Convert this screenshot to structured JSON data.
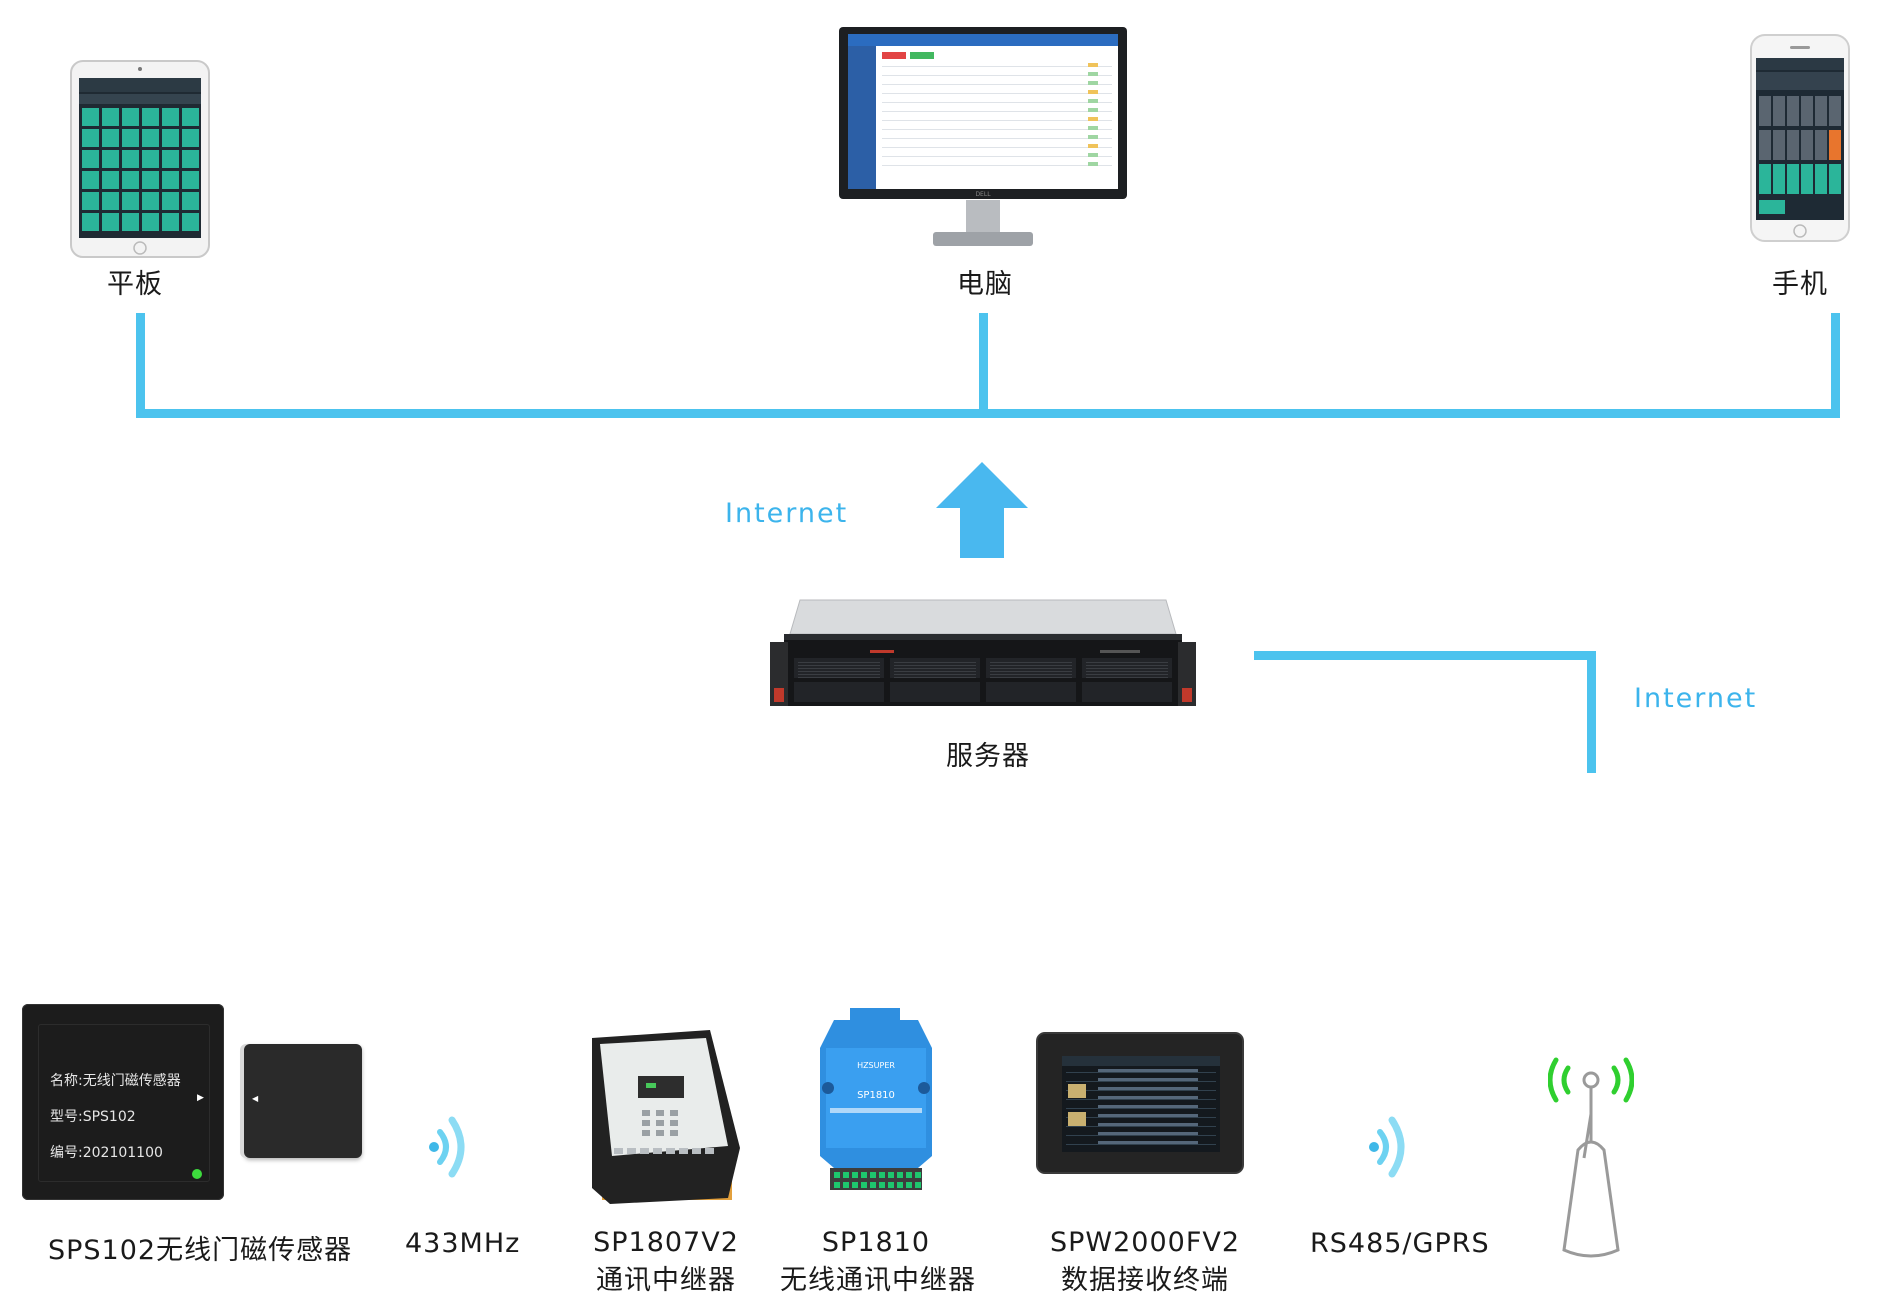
{
  "devices_top": {
    "tablet_label": "平板",
    "computer_label": "电脑",
    "phone_label": "手机"
  },
  "network": {
    "internet_label_left": "Internet",
    "internet_label_right": "Internet"
  },
  "server": {
    "label": "服务器"
  },
  "sensor_card": {
    "name_line": "名称:无线门磁传感器",
    "model_line": "型号:SPS102",
    "serial_line": "编号:202101100"
  },
  "devices_bottom": {
    "sensor_label": "SPS102无线门磁传感器",
    "freq_label": "433MHz",
    "repeater1_line1": "SP1807V2",
    "repeater1_line2": "通讯中继器",
    "repeater2_line1": "SP1810",
    "repeater2_line2": "无线通讯中继器",
    "terminal_line1": "SPW2000FV2",
    "terminal_line2": "数据接收终端",
    "protocol_label": "RS485/GPRS"
  },
  "device_print": {
    "sp1810_model": "SP1810",
    "sp1810_brand": "HZSUPER"
  },
  "colors": {
    "line_blue": "#4cc3ee",
    "arrow_blue": "#49b8ef",
    "label_blue": "#3cb4ec",
    "teal_tile": "#2bb59a",
    "signal_green": "#2fcf2f",
    "device_blue": "#2f8fe0"
  }
}
